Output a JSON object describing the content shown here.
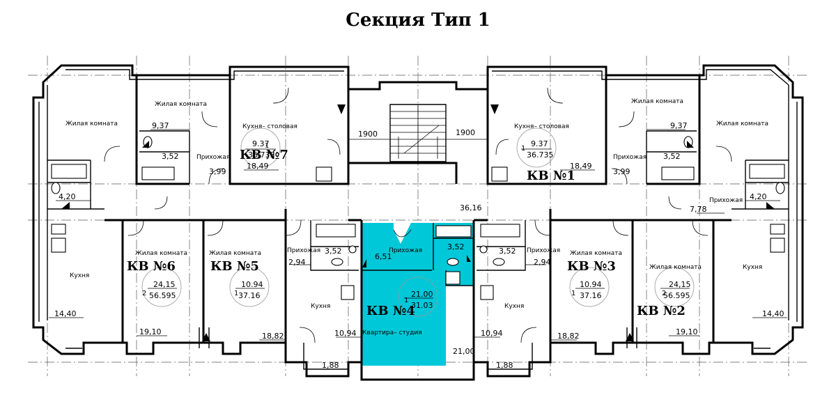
{
  "title": "Секция Тип 1",
  "colors": {
    "highlight": "#00c8d8",
    "wall": "#000000",
    "background": "#ffffff"
  },
  "rooms": {
    "living": "Жилая комната",
    "kitchen_dining": "Кухня– столовая",
    "hall": "Прихожая",
    "kitchen": "Кухня",
    "studio": "Квартира– студия"
  },
  "apartments": {
    "kv1": {
      "label": "КВ №1",
      "rooms_count": "1",
      "living_area": "9.37",
      "total_area": "36.735"
    },
    "kv2": {
      "label": "КВ №2",
      "rooms_count": "2",
      "living_area": "24,15",
      "total_area": "56.595"
    },
    "kv3": {
      "label": "КВ №3",
      "rooms_count": "1",
      "living_area": "10.94",
      "total_area": "37.16"
    },
    "kv4": {
      "label": "КВ №4",
      "rooms_count": "1",
      "living_area": "21.00",
      "total_area": "31.03"
    },
    "kv5": {
      "label": "КВ №5",
      "rooms_count": "1",
      "living_area": "10.94",
      "total_area": "37.16"
    },
    "kv6": {
      "label": "КВ №6",
      "rooms_count": "2",
      "living_area": "24,15",
      "total_area": "56.595"
    },
    "kv7": {
      "label": "КВ №7",
      "rooms_count": "1",
      "living_area": "9.37",
      "total_area": "36.735"
    }
  },
  "room_areas": {
    "kv7_living": "9,37",
    "kv7_bath": "3,52",
    "kv7_kitchen": "18,49",
    "kv7_hall": "3,99",
    "kv1_living": "9,37",
    "kv1_bath": "3,52",
    "kv1_kitchen": "18,49",
    "kv1_hall": "3,99",
    "left_bath": "4,20",
    "right_bath": "4,20",
    "right_hall": "7,78",
    "corridor": "36,16",
    "kv6_kitchen": "14,40",
    "kv6_living": "19,10",
    "kv6_balcony": "1,88",
    "kv5_hall": "2,94",
    "kv5_bath": "3,52",
    "kv5_living": "18,82",
    "kv5_kitchen": "10,94",
    "kv4_hall": "6,51",
    "kv4_bath": "3,52",
    "kv4_main": "21,00",
    "kv3_hall": "2,94",
    "kv3_bath": "3,52",
    "kv3_living": "18,82",
    "kv3_kitchen": "10,94",
    "kv2_kitchen": "14,40",
    "kv2_living": "19,10",
    "kv2_balcony": "1,88"
  },
  "stair_dims": {
    "left": "1900",
    "right": "1900"
  }
}
